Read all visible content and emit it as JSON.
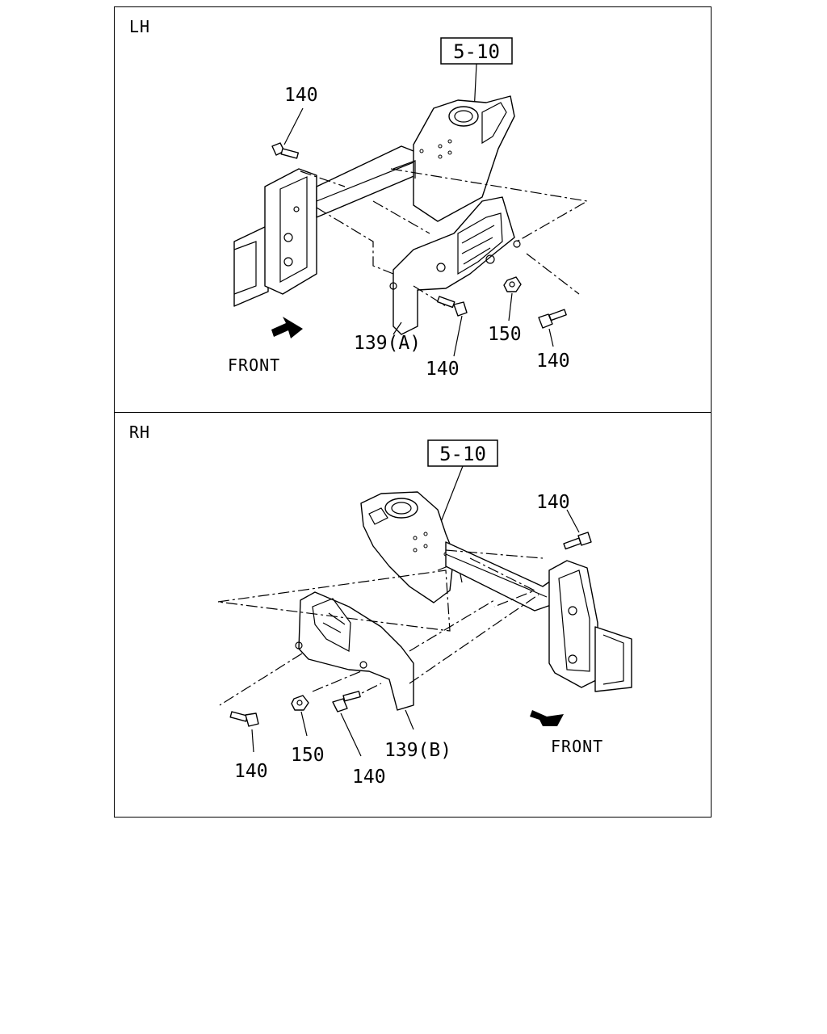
{
  "panels": {
    "lh": {
      "side_label": "LH",
      "ref_box": "5-10",
      "front_label": "FRONT",
      "callouts": {
        "bolt_top": "140",
        "bracket": "139(A)",
        "bolt_mid": "140",
        "nut": "150",
        "bolt_right": "140"
      }
    },
    "rh": {
      "side_label": "RH",
      "ref_box": "5-10",
      "front_label": "FRONT",
      "callouts": {
        "bolt_top": "140",
        "bolt_left": "140",
        "nut": "150",
        "bolt_mid": "140",
        "bracket": "139(B)"
      }
    }
  }
}
